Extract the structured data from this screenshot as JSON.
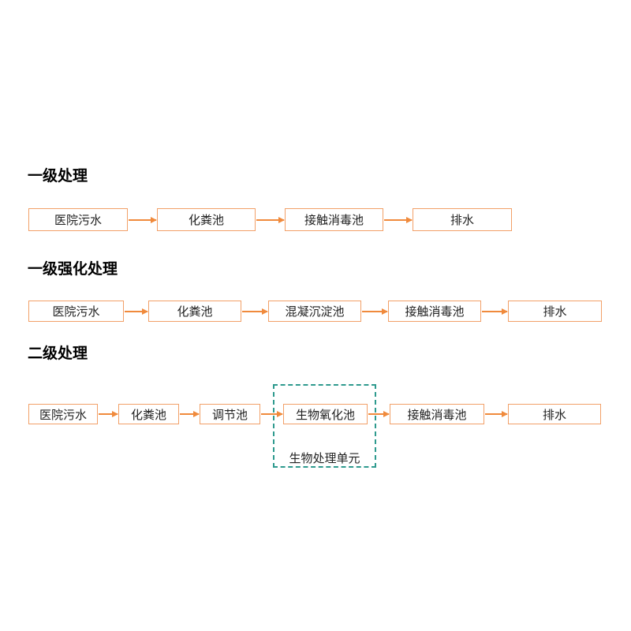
{
  "sections": [
    {
      "title": "一级处理",
      "steps": [
        "医院污水",
        "化粪池",
        "接触消毒池",
        "排水"
      ]
    },
    {
      "title": "一级强化处理",
      "steps": [
        "医院污水",
        "化粪池",
        "混凝沉淀池",
        "接触消毒池",
        "排水"
      ]
    },
    {
      "title": "二级处理",
      "steps": [
        "医院污水",
        "化粪池",
        "调节池",
        "生物氧化池",
        "接触消毒池",
        "排水"
      ],
      "group_label": "生物处理单元"
    }
  ],
  "colors": {
    "box_border": "#f2a068",
    "arrow": "#f08a3c",
    "group_border": "#2e9a8e"
  }
}
